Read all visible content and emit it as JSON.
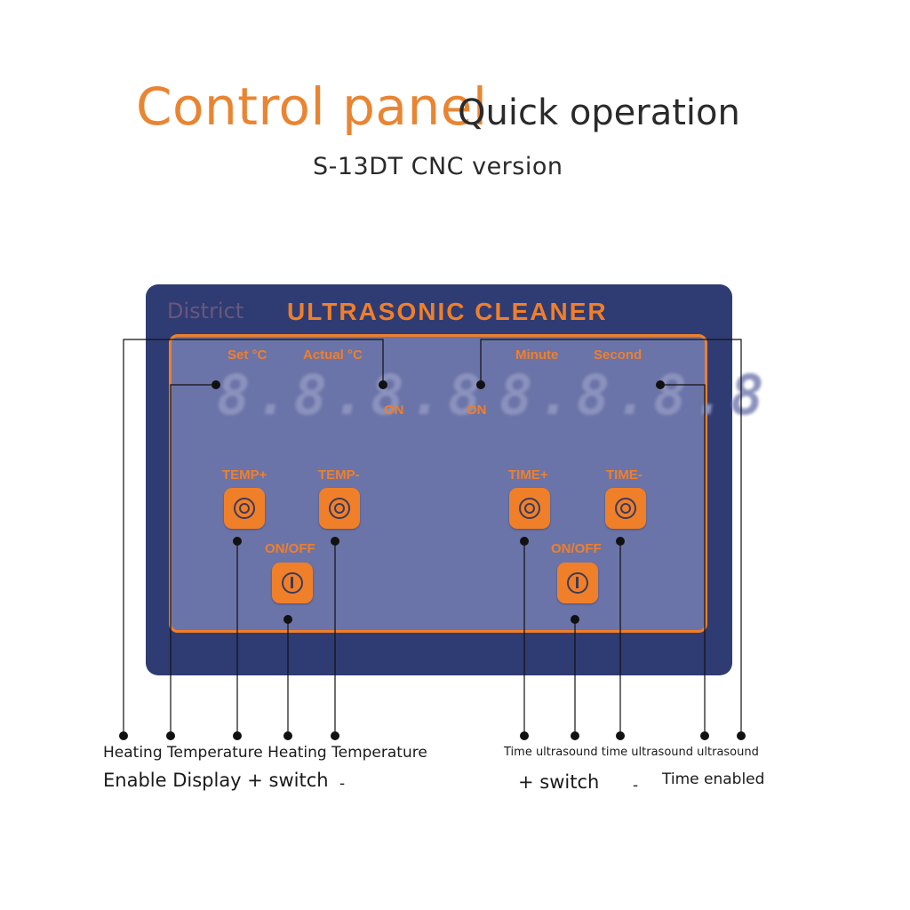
{
  "header": {
    "title_orange": "Control panel",
    "title_dark": "Quick operation",
    "subtitle": "S-13DT CNC version"
  },
  "panel": {
    "district": "District",
    "brand": "ULTRASONIC CLEANER",
    "left_display": {
      "set_label": "Set  °C",
      "actual_label": "Actual °C",
      "digits": "8.8.8.8",
      "on_label": "ON"
    },
    "right_display": {
      "minute_label": "Minute",
      "second_label": "Second",
      "digits": "8.8.8.8",
      "on_label": "ON"
    },
    "buttons": {
      "temp_plus": "TEMP+",
      "temp_minus": "TEMP-",
      "left_onoff": "ON/OFF",
      "time_plus": "TIME+",
      "time_minus": "TIME-",
      "right_onoff": "ON/OFF"
    }
  },
  "captions": {
    "left_line1": "Heating Temperature Heating Temperature",
    "left_line2_a": "Enable Display + switch",
    "left_line2_b": "-",
    "right_line1": "Time ultrasound time ultrasound ultrasound",
    "right_line2_a": "+ switch",
    "right_line2_b": "-",
    "right_line2_c": "Time enabled"
  }
}
